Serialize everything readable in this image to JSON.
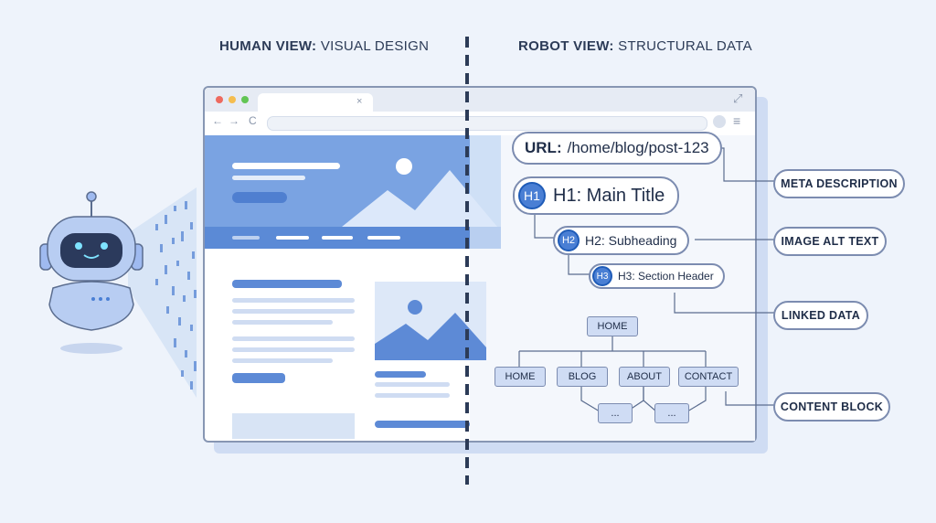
{
  "headings": {
    "human_bold": "HUMAN VIEW:",
    "human_rest": "VISUAL DESIGN",
    "robot_bold": "ROBOT VIEW:",
    "robot_rest": "STRUCTURAL DATA"
  },
  "browser": {
    "tab_close": "×",
    "back": "←",
    "forward": "→",
    "reload": "C",
    "expand": "⤢",
    "menu": "≡"
  },
  "structure": {
    "url_label": "URL:",
    "url_value": "/home/blog/post-123",
    "h1_badge": "H1",
    "h1_text": "H1: Main Title",
    "h2_badge": "H2",
    "h2_text": "H2: Subheading",
    "h3_badge": "H3",
    "h3_text": "H3: Section Header"
  },
  "tree": {
    "root": "HOME",
    "children": [
      "HOME",
      "BLOG",
      "ABOUT",
      "CONTACT"
    ],
    "leaves": [
      "...",
      "..."
    ]
  },
  "labels": {
    "meta": "META DESCRIPTION",
    "alt": "IMAGE ALT TEXT",
    "linked": "LINKED DATA",
    "content": "CONTENT BLOCK"
  },
  "colors": {
    "accent": "#4a7fd4",
    "background": "#eef3fb",
    "divider": "#2c3b57"
  }
}
